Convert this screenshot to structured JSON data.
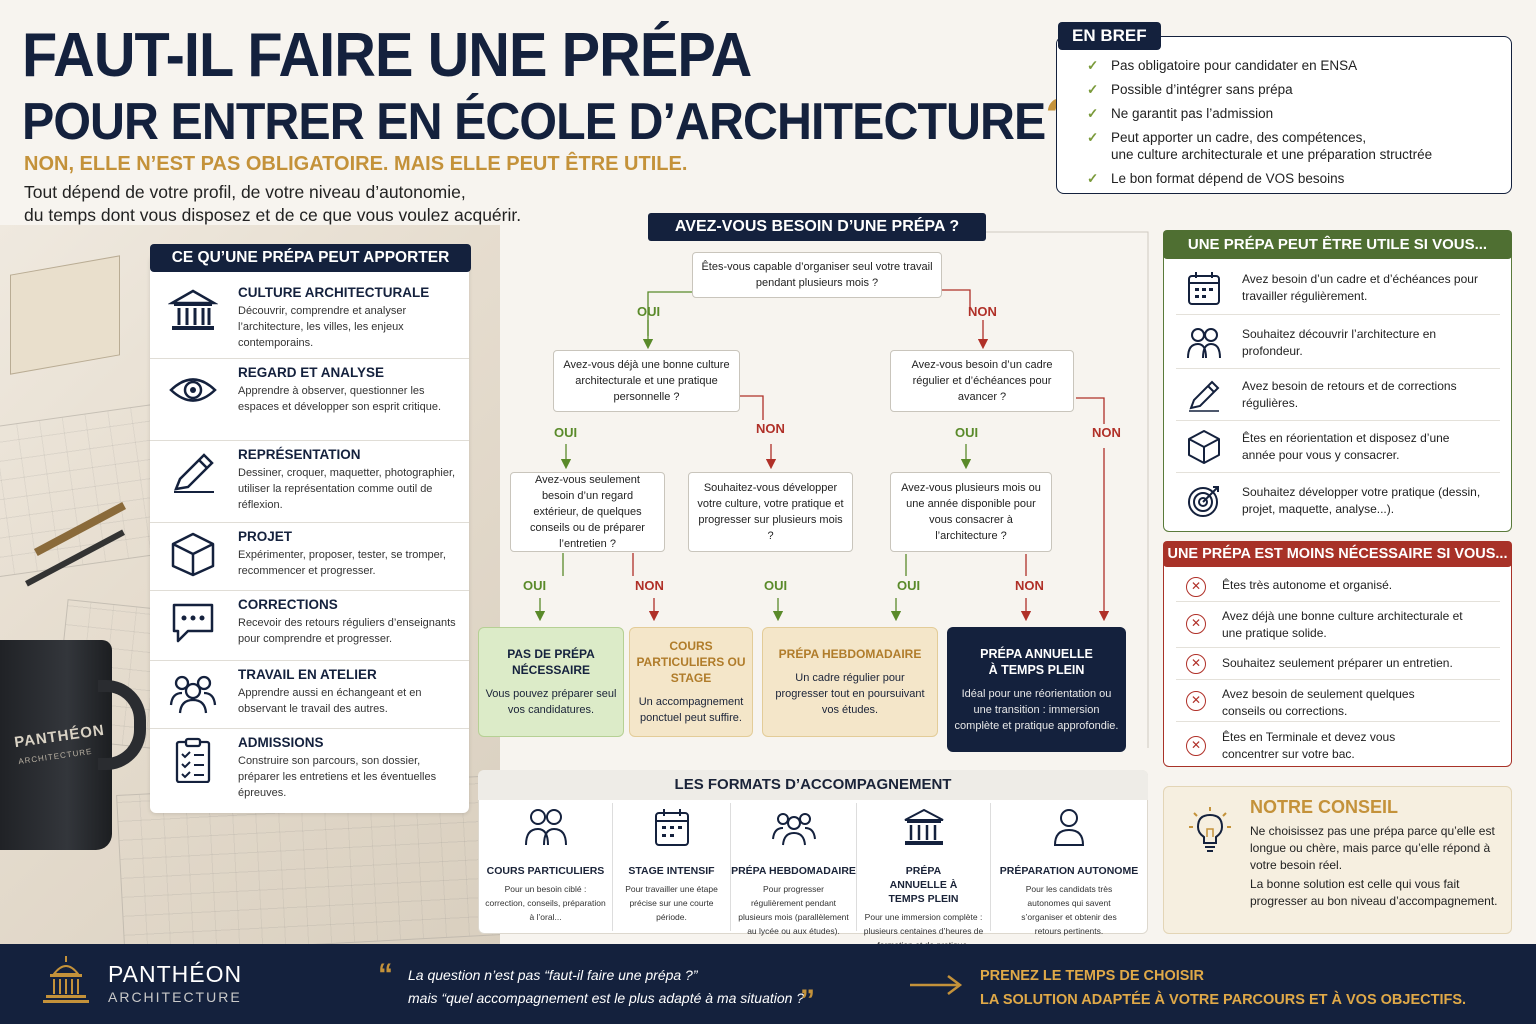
{
  "title": {
    "line1": "FAUT-IL FAIRE UNE PRÉPA",
    "line2": "POUR ENTRER EN ÉCOLE D’ARCHITECTURE",
    "qmark": "?",
    "sub_answer": "NON, ELLE N’EST PAS OBLIGATOIRE. MAIS ELLE PEUT ÊTRE UTILE.",
    "sub_text_1": "Tout dépend de votre profil, de votre niveau d’autonomie,",
    "sub_text_2": "du temps dont vous disposez et de ce que vous voulez acquérir."
  },
  "en_bref": {
    "heading": "EN BREF",
    "items": [
      "Pas obligatoire pour candidater en ENSA",
      "Possible d’intégrer sans prépa",
      "Ne garantit pas l’admission",
      "Peut apporter un cadre, des compétences,",
      "une culture architecturale et une préparation structrée",
      "Le bon format dépend de VOS besoins"
    ]
  },
  "mug": {
    "brand": "PANTHÉON",
    "sub": "ARCHITECTURE"
  },
  "apports": {
    "heading": "CE QU’UNE PRÉPA PEUT APPORTER",
    "items": [
      {
        "icon": "museum-icon",
        "title": "CULTURE ARCHITECTURALE",
        "desc": "Découvrir, comprendre et analyser l’architecture, les villes, les enjeux contemporains."
      },
      {
        "icon": "eye-icon",
        "title": "REGARD ET ANALYSE",
        "desc": "Apprendre à observer, questionner les espaces et développer son esprit critique."
      },
      {
        "icon": "pencil-icon",
        "title": "REPRÉSENTATION",
        "desc": "Dessiner, croquer, maquetter, photographier, utiliser la représentation comme outil de réflexion."
      },
      {
        "icon": "cube-icon",
        "title": "PROJET",
        "desc": "Expérimenter, proposer, tester, se tromper, recommencer et progresser."
      },
      {
        "icon": "speech-bubble-icon",
        "title": "CORRECTIONS",
        "desc": "Recevoir des retours réguliers d’enseignants pour comprendre et progresser."
      },
      {
        "icon": "group-icon",
        "title": "TRAVAIL EN ATELIER",
        "desc": "Apprendre aussi en échangeant et en observant le travail des autres."
      },
      {
        "icon": "clipboard-icon",
        "title": "ADMISSIONS",
        "desc": "Construire son parcours, son dossier, préparer les entretiens et les éventuelles épreuves."
      }
    ]
  },
  "flow": {
    "heading": "AVEZ-VOUS BESOIN D’UNE PRÉPA ?",
    "yes": "OUI",
    "no": "NON",
    "q1": "Êtes-vous capable d’organiser seul votre travail pendant plusieurs mois ?",
    "q2": "Avez-vous déjà une bonne culture architecturale et une pratique personnelle ?",
    "q3": "Avez-vous besoin d’un cadre régulier et d’échéances pour avancer ?",
    "q4": "Avez-vous seulement besoin d’un regard extérieur, de quelques conseils ou de préparer l’entretien ?",
    "q5": "Souhaitez-vous développer votre culture, votre pratique et progresser sur plusieurs mois ?",
    "q6": "Avez-vous plusieurs mois ou une année disponible pour vous consacrer à l’architecture ?",
    "r1_title": "PAS DE PRÉPA NÉCESSAIRE",
    "r1_desc": "Vous pouvez préparer seul vos candidatures.",
    "r2_title": "COURS PARTICULIERS OU STAGE",
    "r2_desc": "Un accompagnement ponctuel peut suffire.",
    "r3_title": "PRÉPA HEBDOMADAIRE",
    "r3_desc": "Un cadre régulier pour progresser tout en poursuivant vos études.",
    "r4_title": "PRÉPA ANNUELLE À TEMPS PLEIN",
    "r4_desc": "Idéal pour une réorientation ou une transition : immersion complète et pratique approfondie."
  },
  "formats": {
    "heading": "LES FORMATS D’ACCOMPAGNEMENT",
    "items": [
      {
        "icon": "two-people-icon",
        "title": "COURS PARTICULIERS",
        "desc": "Pour un besoin ciblé : correction, conseils, préparation à l’oral..."
      },
      {
        "icon": "calendar-icon",
        "title": "STAGE INTENSIF",
        "desc": "Pour travailler une étape précise sur une courte période."
      },
      {
        "icon": "group-icon",
        "title": "PRÉPA HEBDOMADAIRE",
        "desc": "Pour progresser régulièrement pendant plusieurs mois (parallèlement au lycée ou aux études)."
      },
      {
        "icon": "museum-icon",
        "title": "PRÉPA ANNUELLE À TEMPS PLEIN",
        "desc": "Pour une immersion complète : plusieurs centaines d’heures de formation et de pratique."
      },
      {
        "icon": "person-icon",
        "title": "PRÉPARATION AUTONOME",
        "desc": "Pour les candidats très autonomes qui savent s’organiser et obtenir des retours pertinents."
      }
    ]
  },
  "utile": {
    "heading": "UNE PRÉPA PEUT ÊTRE UTILE SI VOUS...",
    "items": [
      {
        "icon": "calendar-icon",
        "text": "Avez besoin d’un cadre et d’échéances pour travailler régulièrement."
      },
      {
        "icon": "two-people-icon",
        "text": "Souhaitez découvrir l’architecture en profondeur."
      },
      {
        "icon": "pencil-icon",
        "text": "Avez besoin de retours et de corrections régulières."
      },
      {
        "icon": "cube-icon",
        "text": "Êtes en réorientation et disposez d’une année pour vous y consacrer."
      },
      {
        "icon": "target-icon",
        "text": "Souhaitez développer votre pratique (dessin, projet, maquette, analyse...)."
      }
    ]
  },
  "moins": {
    "heading": "UNE PRÉPA EST MOINS NÉCESSAIRE SI VOUS...",
    "items": [
      "Êtes très autonome et organisé.",
      "Avez déjà une bonne culture architecturale et une pratique solide.",
      "Souhaitez seulement préparer un entretien.",
      "Avez besoin de seulement quelques conseils ou corrections.",
      "Êtes en Terminale et devez vous concentrer sur votre bac."
    ]
  },
  "conseil": {
    "heading": "NOTRE CONSEIL",
    "p1": "Ne choisissez pas une prépa parce qu’elle est longue ou chère, mais parce qu’elle répond à votre besoin réel.",
    "p2": "La bonne solution est celle qui vous fait progresser au bon niveau d’accompagnement."
  },
  "footer": {
    "brand": "PANTHÉON",
    "brand_sub": "ARCHITECTURE",
    "quote_open": "“",
    "quote_l1": "La question n’est pas “faut-il faire une prépa ?”",
    "quote_l2": "mais “quel accompagnement est le plus adapté à ma situation ?",
    "quote_close": "”",
    "cta1": "PRENEZ LE TEMPS DE CHOISIR",
    "cta2": "LA SOLUTION ADAPTÉE À VOTRE PARCOURS ET À VOS OBJECTIFS."
  },
  "colors": {
    "navy": "#14213d",
    "gold": "#c4923a",
    "green": "#4f6f32",
    "red": "#a83228"
  }
}
